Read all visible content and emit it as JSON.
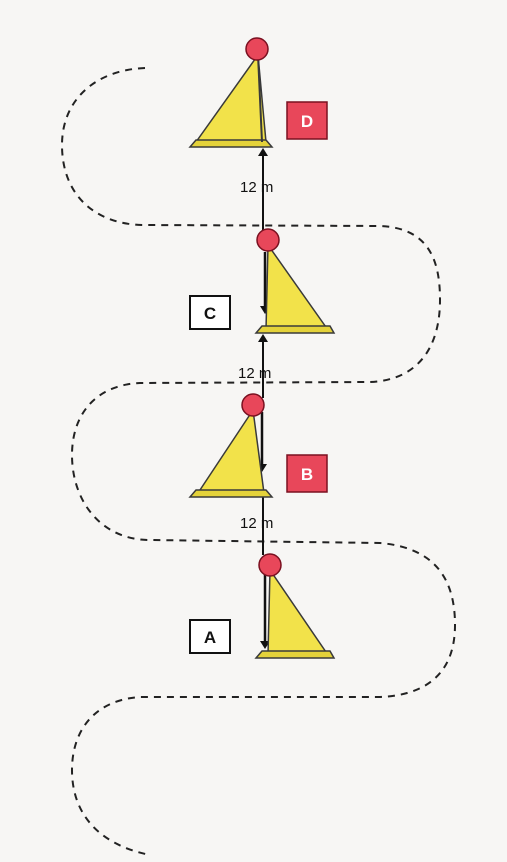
{
  "colors": {
    "background": "#f7f6f4",
    "path": "#222222",
    "flag_fill": "#f2e24a",
    "flag_stroke": "#3a3a3a",
    "ball_fill": "#e8475a",
    "ball_stroke": "#7a1020",
    "label_red_fill": "#e8475a",
    "label_red_text": "#ffffff",
    "label_white_fill": "#ffffff",
    "label_white_text": "#111111",
    "arrow": "#111111"
  },
  "stations": {
    "d": {
      "label": "D",
      "style": "red"
    },
    "c": {
      "label": "C",
      "style": "white"
    },
    "b": {
      "label": "B",
      "style": "red"
    },
    "a": {
      "label": "A",
      "style": "white"
    }
  },
  "distances": {
    "top": "12 m",
    "middle": "12 m",
    "bottom": "12 m"
  }
}
